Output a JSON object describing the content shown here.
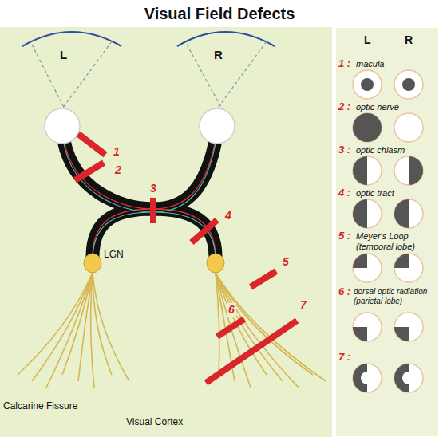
{
  "diagram": {
    "title": "Visual Field Defects",
    "labels": [
      "L",
      "R",
      "1",
      "2",
      "3",
      "4",
      "5",
      "6",
      "7",
      "LGN",
      "Calcarine Fissure",
      "Visual Cortex",
      "L",
      "R",
      "1 :",
      "macula",
      "2 :",
      "optic nerve",
      "3 :",
      "optic chiasm",
      "4 :",
      "optic tract",
      "5 :",
      "Meyer's Loop (temporal lobe)",
      "6 :",
      "dorsal optic radiation (parietal lobe)",
      "7 :"
    ]
  }
}
